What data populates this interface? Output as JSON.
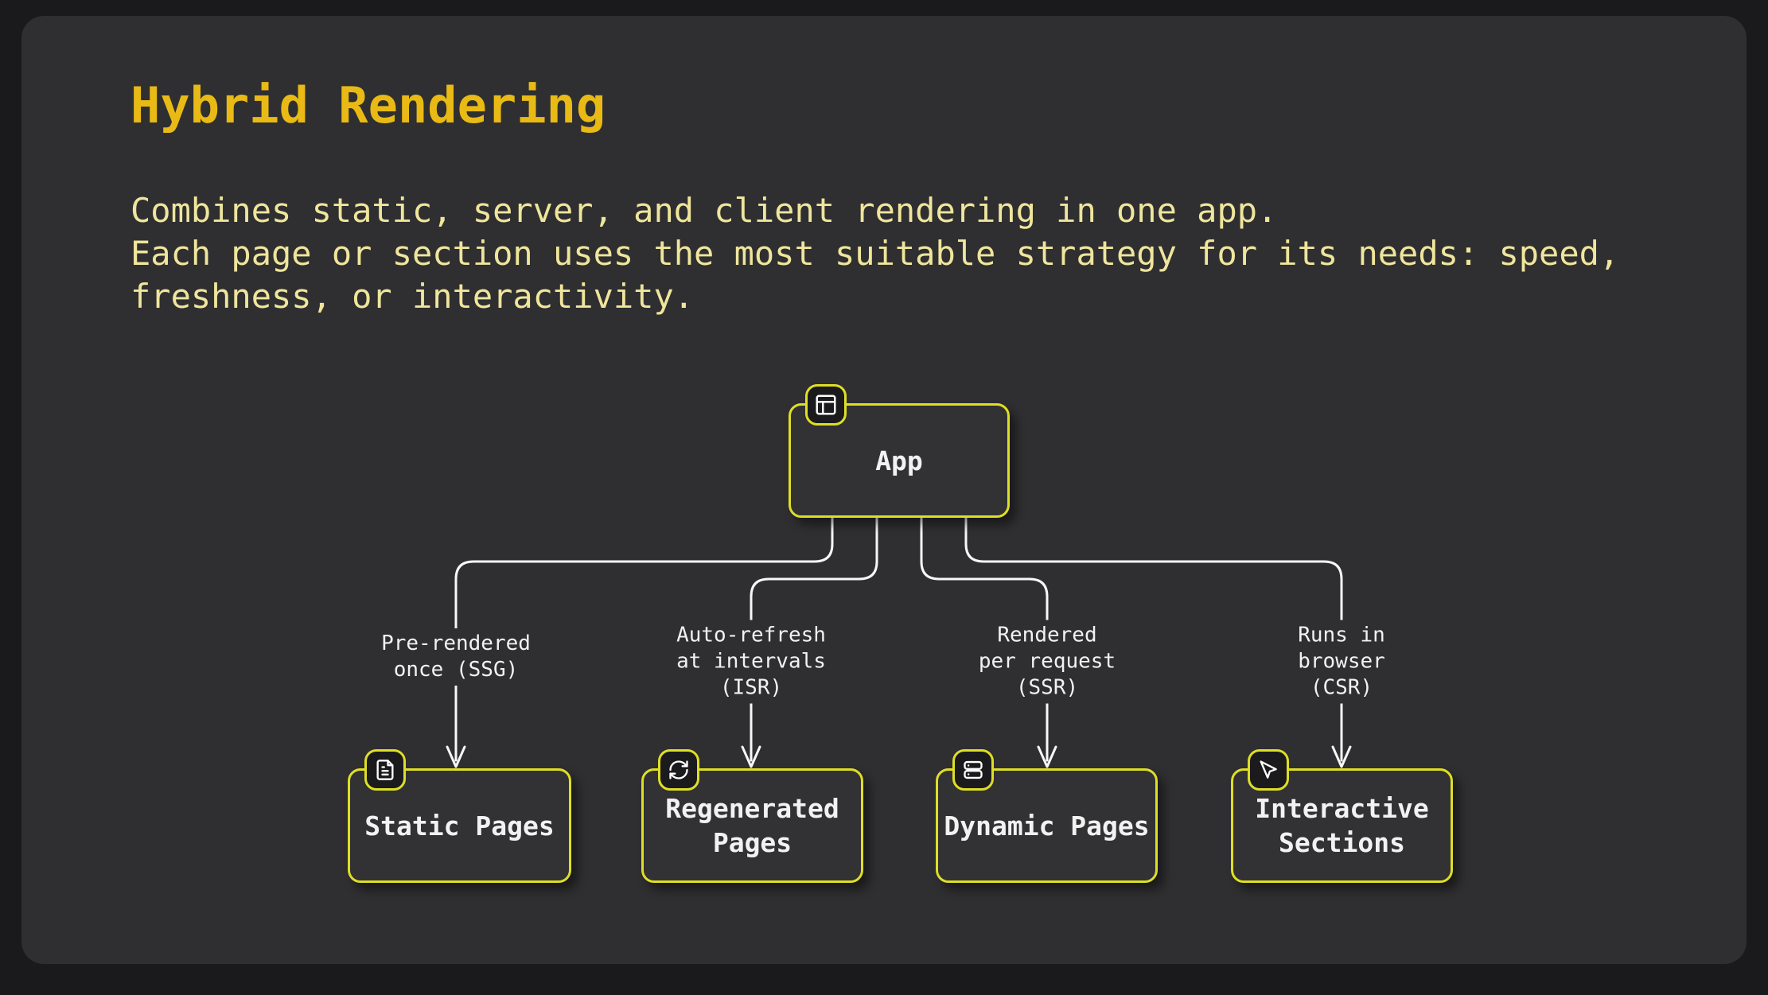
{
  "header": {
    "title": "Hybrid Rendering",
    "description_lines": [
      "Combines static, server, and client rendering in one app.",
      "Each page or section uses the most suitable strategy for its needs: speed,",
      "freshness, or interactivity."
    ]
  },
  "diagram": {
    "root": {
      "label": "App",
      "icon": "panels-top-left-icon"
    },
    "children": [
      {
        "label": "Static Pages",
        "icon": "file-text-icon",
        "edge_label": "Pre-rendered\nonce (SSG)"
      },
      {
        "label": "Regenerated Pages",
        "icon": "refresh-icon",
        "edge_label": "Auto-refresh\nat intervals\n(ISR)"
      },
      {
        "label": "Dynamic Pages",
        "icon": "server-icon",
        "edge_label": "Rendered\nper request\n(SSR)"
      },
      {
        "label": "Interactive Sections",
        "icon": "mouse-pointer-icon",
        "edge_label": "Runs in\nbrowser\n(CSR)"
      }
    ]
  },
  "colors": {
    "outer_bg": "#1a1a1c",
    "card_bg": "#2f2f31",
    "node_bg": "#323234",
    "badge_bg": "#1b1b1d",
    "node_border": "#dedf25",
    "title_color": "#e9ba15",
    "body_text": "#efe59c",
    "line_color": "#f7f7f7",
    "node_text": "#f2f2f2"
  }
}
